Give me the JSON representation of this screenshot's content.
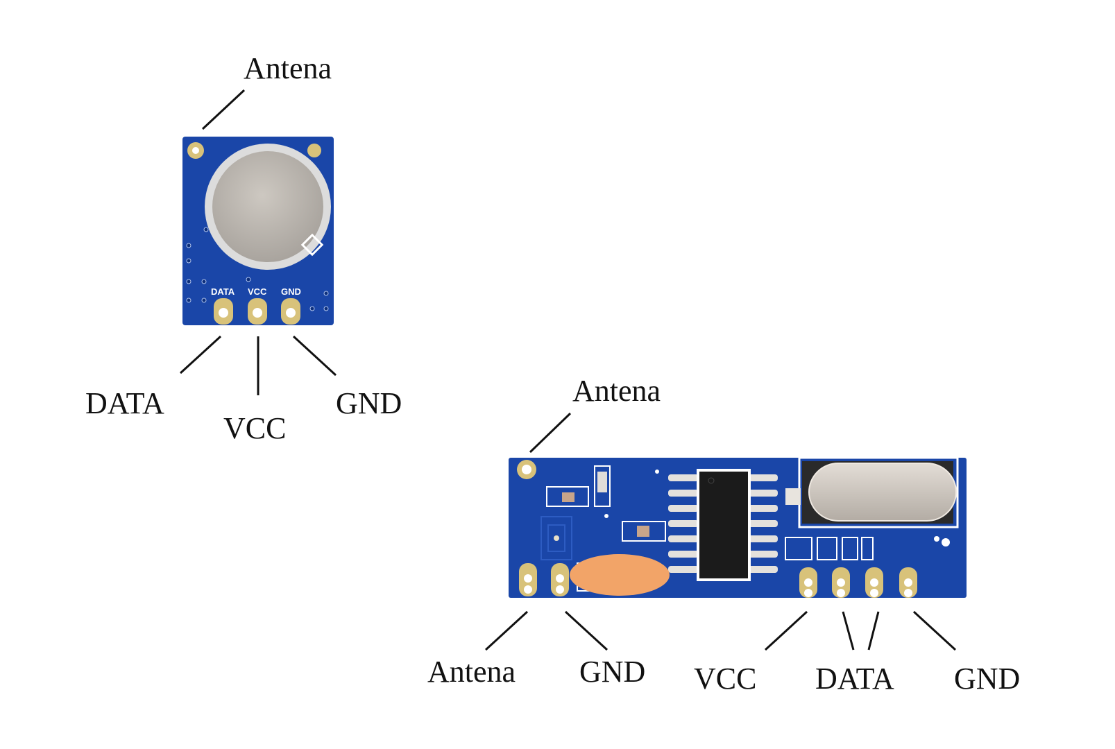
{
  "colors": {
    "pcb": "#1a46a8",
    "pcb_dark": "#123a92",
    "pad": "#d8c27a",
    "shield": "#b9b4ad",
    "chip": "#1b1b1b",
    "capacitor": "#f2a468",
    "line": "#111111"
  },
  "transmitter": {
    "silkscreen": [
      "DATA",
      "VCC",
      "GND"
    ],
    "labels": {
      "antenna": "Antena",
      "data": "DATA",
      "vcc": "VCC",
      "gnd": "GND"
    }
  },
  "receiver": {
    "labels": {
      "antenna_top": "Antena",
      "antenna_bottom": "Antena",
      "gnd_left": "GND",
      "vcc": "VCC",
      "data": "DATA",
      "gnd_right": "GND"
    }
  }
}
